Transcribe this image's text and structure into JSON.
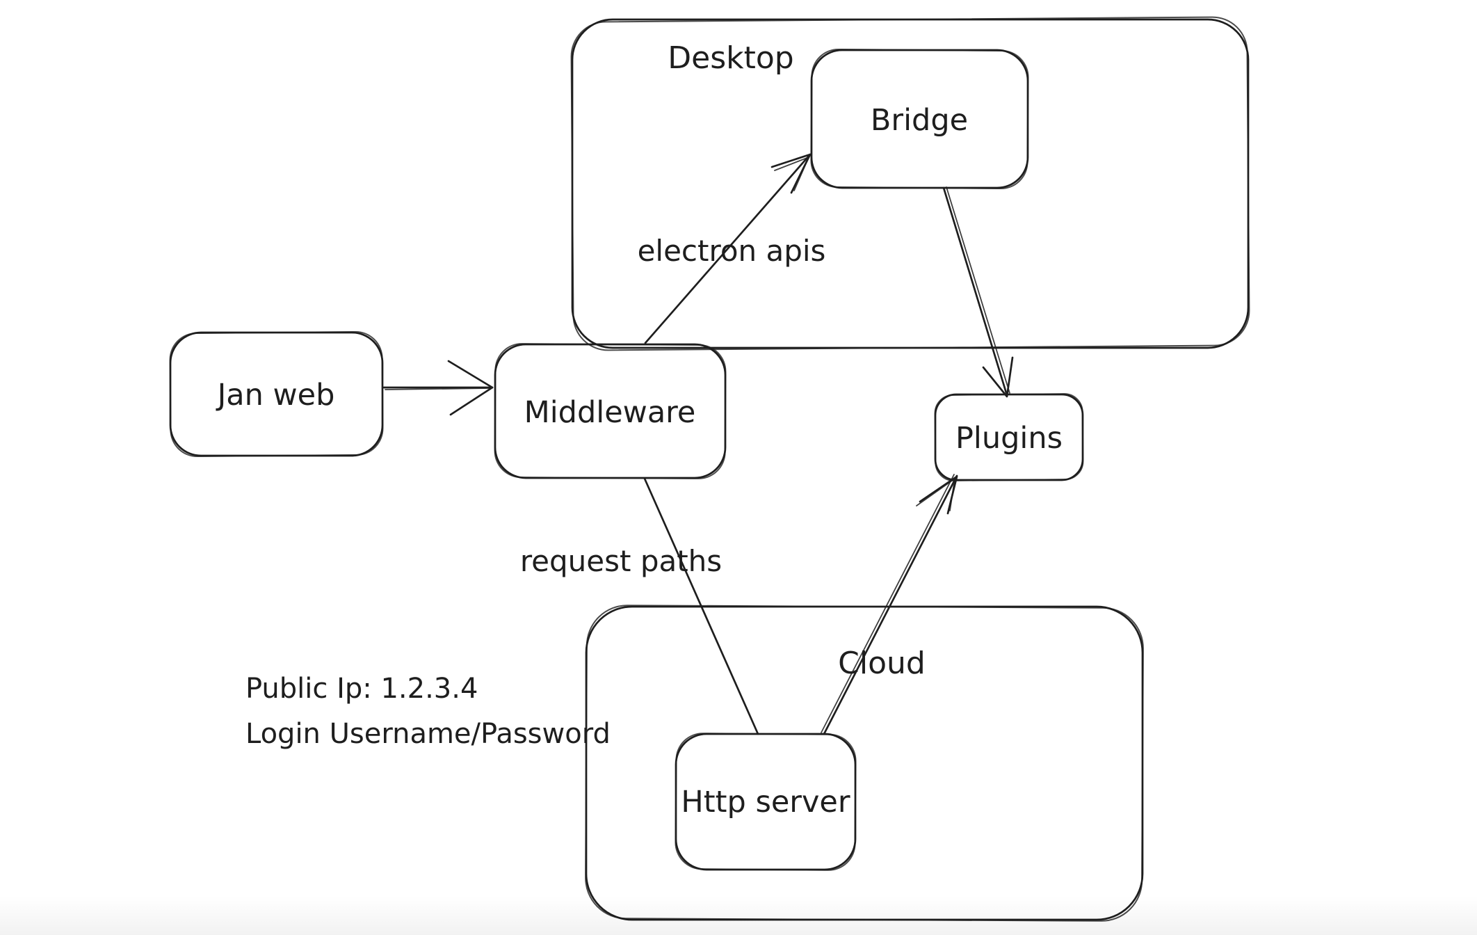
{
  "app": {
    "background_color": "#ffffff",
    "stroke_color": "#1e1e1e"
  },
  "diagram": {
    "containers": [
      {
        "id": "desktop",
        "label": "Desktop"
      },
      {
        "id": "cloud",
        "label": "Cloud"
      }
    ],
    "nodes": [
      {
        "id": "jan-web",
        "label": "Jan web"
      },
      {
        "id": "middleware",
        "label": "Middleware"
      },
      {
        "id": "bridge",
        "label": "Bridge"
      },
      {
        "id": "plugins",
        "label": "Plugins"
      },
      {
        "id": "http-server",
        "label": "Http server"
      }
    ],
    "edges": [
      {
        "id": "jan-web-to-middleware",
        "from": "Jan web",
        "to": "Middleware",
        "label": "",
        "arrowhead": "end"
      },
      {
        "id": "middleware-to-bridge",
        "from": "Middleware",
        "to": "Bridge",
        "label": "electron apis",
        "arrowhead": "end"
      },
      {
        "id": "bridge-to-plugins",
        "from": "Bridge",
        "to": "Plugins",
        "label": "",
        "arrowhead": "end"
      },
      {
        "id": "middleware-to-http-server",
        "from": "Middleware",
        "to": "Http server",
        "label": "request paths",
        "arrowhead": "none"
      },
      {
        "id": "http-server-to-plugins",
        "from": "Http server",
        "to": "Plugins",
        "label": "",
        "arrowhead": "end"
      }
    ],
    "annotation": {
      "line1": "Public Ip: 1.2.3.4",
      "line2": "Login Username/Password"
    }
  }
}
